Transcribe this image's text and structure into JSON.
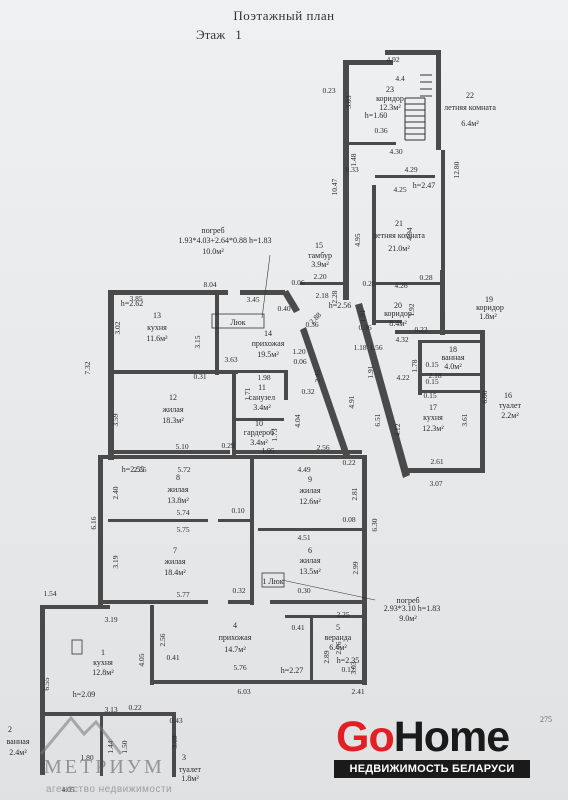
{
  "title": "Поэтажный план",
  "floor_label": "Этаж",
  "floor_number": "1",
  "rooms": [
    {
      "id": "r1",
      "num": "1",
      "name": "кухня",
      "area": "12.8м²"
    },
    {
      "id": "r2",
      "num": "2",
      "name": "ванная",
      "area": "2.4м²"
    },
    {
      "id": "r3",
      "num": "3",
      "name": "туалет",
      "area": "1.8м²"
    },
    {
      "id": "r4",
      "num": "4",
      "name": "прихожая",
      "area": "14.7м²"
    },
    {
      "id": "r5",
      "num": "5",
      "name": "веранда",
      "area": "6.4м²"
    },
    {
      "id": "r6",
      "num": "6",
      "name": "жилая",
      "area": "13.5м²"
    },
    {
      "id": "r7",
      "num": "7",
      "name": "жилая",
      "area": "18.4м²"
    },
    {
      "id": "r8",
      "num": "8",
      "name": "жилая",
      "area": "13.8м²"
    },
    {
      "id": "r9",
      "num": "9",
      "name": "жилая",
      "area": "12.6м²"
    },
    {
      "id": "r10",
      "num": "10",
      "name": "гардероб",
      "area": "3.4м²"
    },
    {
      "id": "r11",
      "num": "11",
      "name": "санузел",
      "area": "3.4м²"
    },
    {
      "id": "r12",
      "num": "12",
      "name": "жилая",
      "area": "18.3м²"
    },
    {
      "id": "r13",
      "num": "13",
      "name": "кухня",
      "area": "11.6м²"
    },
    {
      "id": "r14",
      "num": "14",
      "name": "прихожая",
      "area": "19.5м²"
    },
    {
      "id": "r15",
      "num": "15",
      "name": "тамбур",
      "area": "3.9м²"
    },
    {
      "id": "r16",
      "num": "16",
      "name": "туалет",
      "area": "2.2м²"
    },
    {
      "id": "r17",
      "num": "17",
      "name": "кухня",
      "area": "12.3м²"
    },
    {
      "id": "r18",
      "num": "18",
      "name": "ванная",
      "area": "4.0м²"
    },
    {
      "id": "r19",
      "num": "19",
      "name": "коридор",
      "area": "1.8м²"
    },
    {
      "id": "r20",
      "num": "20",
      "name": "коридор",
      "area": "8.4м²"
    },
    {
      "id": "r21",
      "num": "21",
      "name": "летняя комната",
      "area": "21.0м²"
    },
    {
      "id": "r22",
      "num": "22",
      "name": "летняя комната",
      "area": "6.4м²"
    },
    {
      "id": "r23",
      "num": "23",
      "name": "коридор",
      "area": "12.3м²"
    }
  ],
  "hatch_label": "Люк",
  "hatch2_label": "1 Люк",
  "cellar1": {
    "name": "погреб",
    "formula": "1.93*4.03+2.64*0.88  h=1.83",
    "area": "10.0м²"
  },
  "cellar2": {
    "name": "погреб",
    "formula": "2.93*3.10  h=1.83",
    "area": "9.0м²"
  },
  "heights": {
    "h262": "h=2.62",
    "h255": "h=2.55",
    "h209": "h=2.09",
    "h227": "h=2.27",
    "h235": "h=2.35",
    "h256": "h=2.56",
    "h160": "h=1.60",
    "h247": "h=2.47"
  },
  "dims": [
    "8.04",
    "3.85",
    "3.45",
    "3.02",
    "3.15",
    "0.31",
    "3.63",
    "0.40",
    "0.06",
    "2.20",
    "2.18",
    "2.28",
    "0.36",
    "7.32",
    "3.59",
    "5.10",
    "0.29",
    "1.95",
    "2.56",
    "1.71",
    "1.98",
    "0.32",
    "1.73",
    "4.04",
    "2.55",
    "5.72",
    "4.49",
    "0.22",
    "2.40",
    "5.74",
    "0.10",
    "2.81",
    "6.16",
    "5.75",
    "4.51",
    "0.08",
    "6.30",
    "3.19",
    "5.77",
    "0.32",
    "0.30",
    "2.99",
    "1.54",
    "3.19",
    "2.56",
    "4.05",
    "0.41",
    "5.76",
    "6.03",
    "2.25",
    "0.41",
    "2.89",
    "2.76",
    "3.03",
    "0.12",
    "2.41",
    "6.55",
    "3.13",
    "0.22",
    "1.44",
    "1.50",
    "1.80",
    "4.05",
    "3.69",
    "0.43",
    "0.23",
    "4.92",
    "4.4",
    "3.03",
    "0.36",
    "4.30",
    "1.48",
    "10.47",
    "0.33",
    "4.29",
    "4.25",
    "12.80",
    "4.95",
    "4.94",
    "0.28",
    "4.26",
    "0.28",
    "1.92",
    "1.91",
    "0.36",
    "4.32",
    "0.23",
    "1.18",
    "1.56",
    "1.78",
    "0.15",
    "2.18",
    "6.00",
    "3.61",
    "0.15",
    "4.22",
    "0.15",
    "6.51",
    "4.12",
    "2.61",
    "3.07",
    "1.20",
    "0.06",
    "2.45",
    "4.91",
    "1.91",
    "2.88"
  ],
  "gohome": {
    "go": "Go",
    "home": "Home",
    "subtitle": "НЕДВИЖИМОСТЬ БЕЛАРУСИ"
  },
  "metrium": {
    "name": "МЕТРИУМ",
    "subtitle": "агентство недвижимости"
  },
  "corner_text": "275"
}
